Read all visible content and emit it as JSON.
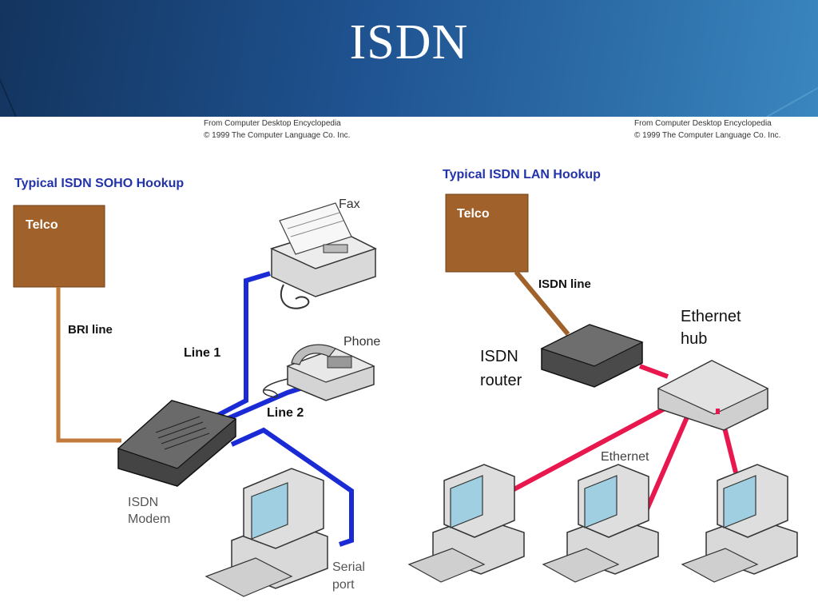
{
  "slide": {
    "title": "ISDN"
  },
  "left_diagram": {
    "credit_line1": "From Computer Desktop Encyclopedia",
    "credit_line2": "© 1999 The Computer Language Co. Inc.",
    "heading": "Typical ISDN SOHO Hookup",
    "telco": "Telco",
    "bri_line": "BRI line",
    "line1": "Line 1",
    "line2": "Line 2",
    "fax": "Fax",
    "phone": "Phone",
    "modem_line1": "ISDN",
    "modem_line2": "Modem",
    "serial_line1": "Serial",
    "serial_line2": "port"
  },
  "right_diagram": {
    "credit_line1": "From Computer Desktop Encyclopedia",
    "credit_line2": "© 1999 The Computer Language Co. Inc.",
    "heading": "Typical ISDN LAN Hookup",
    "telco": "Telco",
    "isdn_line": "ISDN line",
    "router_line1": "ISDN",
    "router_line2": "router",
    "hub_line1": "Ethernet",
    "hub_line2": "hub",
    "ethernet": "Ethernet"
  },
  "colors": {
    "telco_brown": "#a0612a",
    "isdn_blue": "#1a2bd6",
    "ethernet_red": "#e8184e",
    "heading_blue": "#2233aa"
  }
}
